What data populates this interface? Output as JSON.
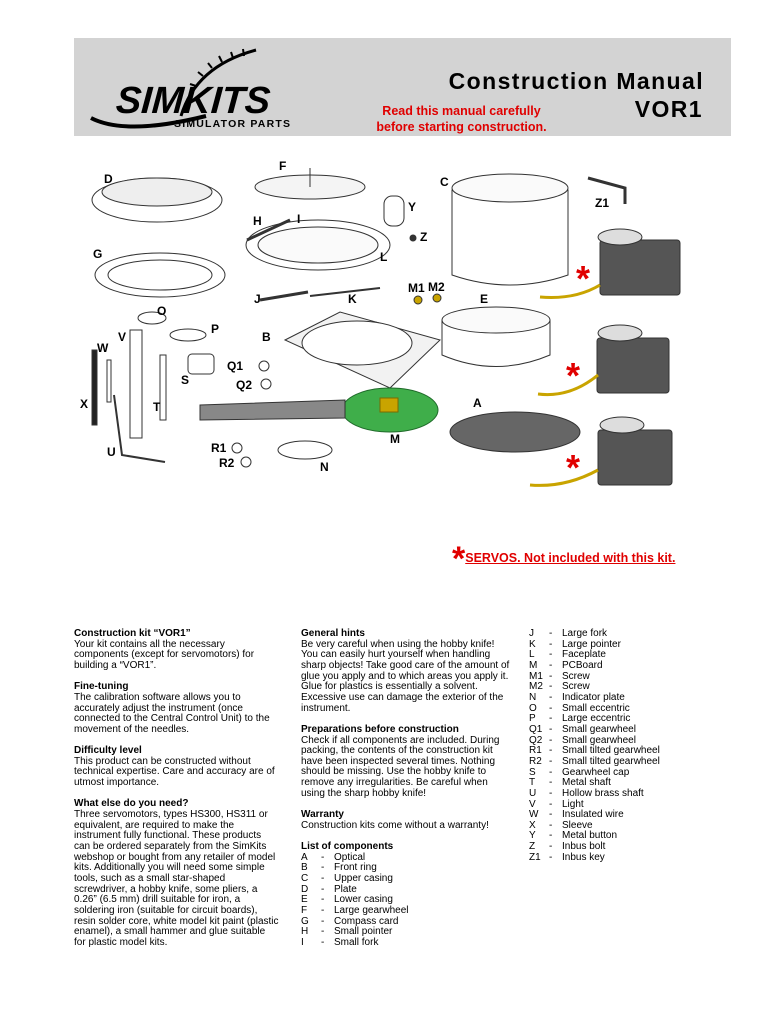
{
  "header": {
    "logo_text": "SIMKITS",
    "logo_sub": "SIMULATOR PARTS",
    "title": "Construction Manual",
    "subtitle": "VOR1",
    "warning_line1": "Read this manual carefully",
    "warning_line2": "before starting construction."
  },
  "diagram": {
    "labels": [
      "A",
      "B",
      "C",
      "D",
      "E",
      "F",
      "G",
      "H",
      "I",
      "J",
      "K",
      "L",
      "M",
      "M1",
      "M2",
      "N",
      "O",
      "P",
      "Q1",
      "Q2",
      "R1",
      "R2",
      "S",
      "T",
      "U",
      "V",
      "W",
      "X",
      "Y",
      "Z",
      "Z1"
    ],
    "servo_star": "*",
    "servo_note": "SERVOS. Not included with this kit."
  },
  "column1": {
    "kit_heading": "Construction kit “VOR1”",
    "kit_text": "Your kit contains all the necessary components (except for servomotors) for building a “VOR1”.",
    "fine_heading": "Fine-tuning",
    "fine_text": "The calibration software allows you to accurately adjust the instrument (once connected to the Central Control Unit) to the movement of the needles.",
    "difficulty_heading": "Difficulty level",
    "difficulty_text": "This product can be constructed without technical expertise. Care and accuracy are of utmost importance.",
    "need_heading": "What else do you need?",
    "need_text": "Three servomotors, types HS300, HS311 or equivalent, are required to make the instrument fully functional. These products can be ordered separately from the SimKits webshop or bought from any retailer of model kits. Additionally you will need some simple tools, such as a small star-shaped screwdriver, a hobby knife, some pliers, a 0.26” (6.5 mm) drill suitable for iron, a soldering iron (suitable for circuit boards), resin solder core, white model kit paint (plastic enamel), a small hammer and glue suitable for plastic model kits."
  },
  "column2": {
    "hints_heading": "General hints",
    "hints_text": "Be very careful when using the hobby knife! You can easily hurt yourself when handling sharp objects! Take good care of the amount of glue you apply and to which areas you apply it. Glue for plastics is essentially a solvent. Excessive use can damage the exterior of the instrument.",
    "prep_heading": "Preparations before construction",
    "prep_text": "Check if all components are included. During packing, the contents of the construction kit have been inspected several times. Nothing should be missing. Use the hobby knife to remove any irregularities. Be careful when using the sharp hobby knife!",
    "warranty_heading": "Warranty",
    "warranty_text": "Construction kits come without a warranty!",
    "list_heading": "List of components",
    "list": [
      {
        "code": "A",
        "dash": "-",
        "name": "Optical"
      },
      {
        "code": "B",
        "dash": "-",
        "name": "Front ring"
      },
      {
        "code": "C",
        "dash": "-",
        "name": "Upper casing"
      },
      {
        "code": "D",
        "dash": "-",
        "name": "Plate"
      },
      {
        "code": "E",
        "dash": "-",
        "name": "Lower casing"
      },
      {
        "code": "F",
        "dash": "-",
        "name": "Large gearwheel"
      },
      {
        "code": "G",
        "dash": "-",
        "name": "Compass card"
      },
      {
        "code": "H",
        "dash": "-",
        "name": "Small pointer"
      },
      {
        "code": "I",
        "dash": "-",
        "name": "Small fork"
      }
    ]
  },
  "column3": {
    "list": [
      {
        "code": "J",
        "dash": "-",
        "name": "Large fork"
      },
      {
        "code": "K",
        "dash": "-",
        "name": "Large pointer"
      },
      {
        "code": "L",
        "dash": "-",
        "name": "Faceplate"
      },
      {
        "code": "M",
        "dash": "-",
        "name": "PCBoard"
      },
      {
        "code": "M1",
        "dash": "-",
        "name": "Screw"
      },
      {
        "code": "M2",
        "dash": "-",
        "name": "Screw"
      },
      {
        "code": "N",
        "dash": "-",
        "name": "Indicator plate"
      },
      {
        "code": "O",
        "dash": "-",
        "name": "Small eccentric"
      },
      {
        "code": "P",
        "dash": "-",
        "name": "Large eccentric"
      },
      {
        "code": "Q1",
        "dash": "-",
        "name": "Small gearwheel"
      },
      {
        "code": "Q2",
        "dash": "-",
        "name": "Small gearwheel"
      },
      {
        "code": "R1",
        "dash": "-",
        "name": "Small tilted gearwheel"
      },
      {
        "code": "R2",
        "dash": "-",
        "name": "Small tilted gearwheel"
      },
      {
        "code": "S",
        "dash": "-",
        "name": "Gearwheel cap"
      },
      {
        "code": "T",
        "dash": "-",
        "name": "Metal shaft"
      },
      {
        "code": "U",
        "dash": "-",
        "name": "Hollow brass shaft"
      },
      {
        "code": "V",
        "dash": "-",
        "name": "Light"
      },
      {
        "code": "W",
        "dash": "-",
        "name": "Insulated wire"
      },
      {
        "code": "X",
        "dash": "-",
        "name": "Sleeve"
      },
      {
        "code": "Y",
        "dash": "-",
        "name": "Metal button"
      },
      {
        "code": "Z",
        "dash": "-",
        "name": "Inbus bolt"
      },
      {
        "code": "Z1",
        "dash": "-",
        "name": "Inbus key"
      }
    ]
  },
  "colors": {
    "header_bg": "#d3d3d3",
    "warning": "#e00000",
    "pcb": "#3fae4a"
  }
}
